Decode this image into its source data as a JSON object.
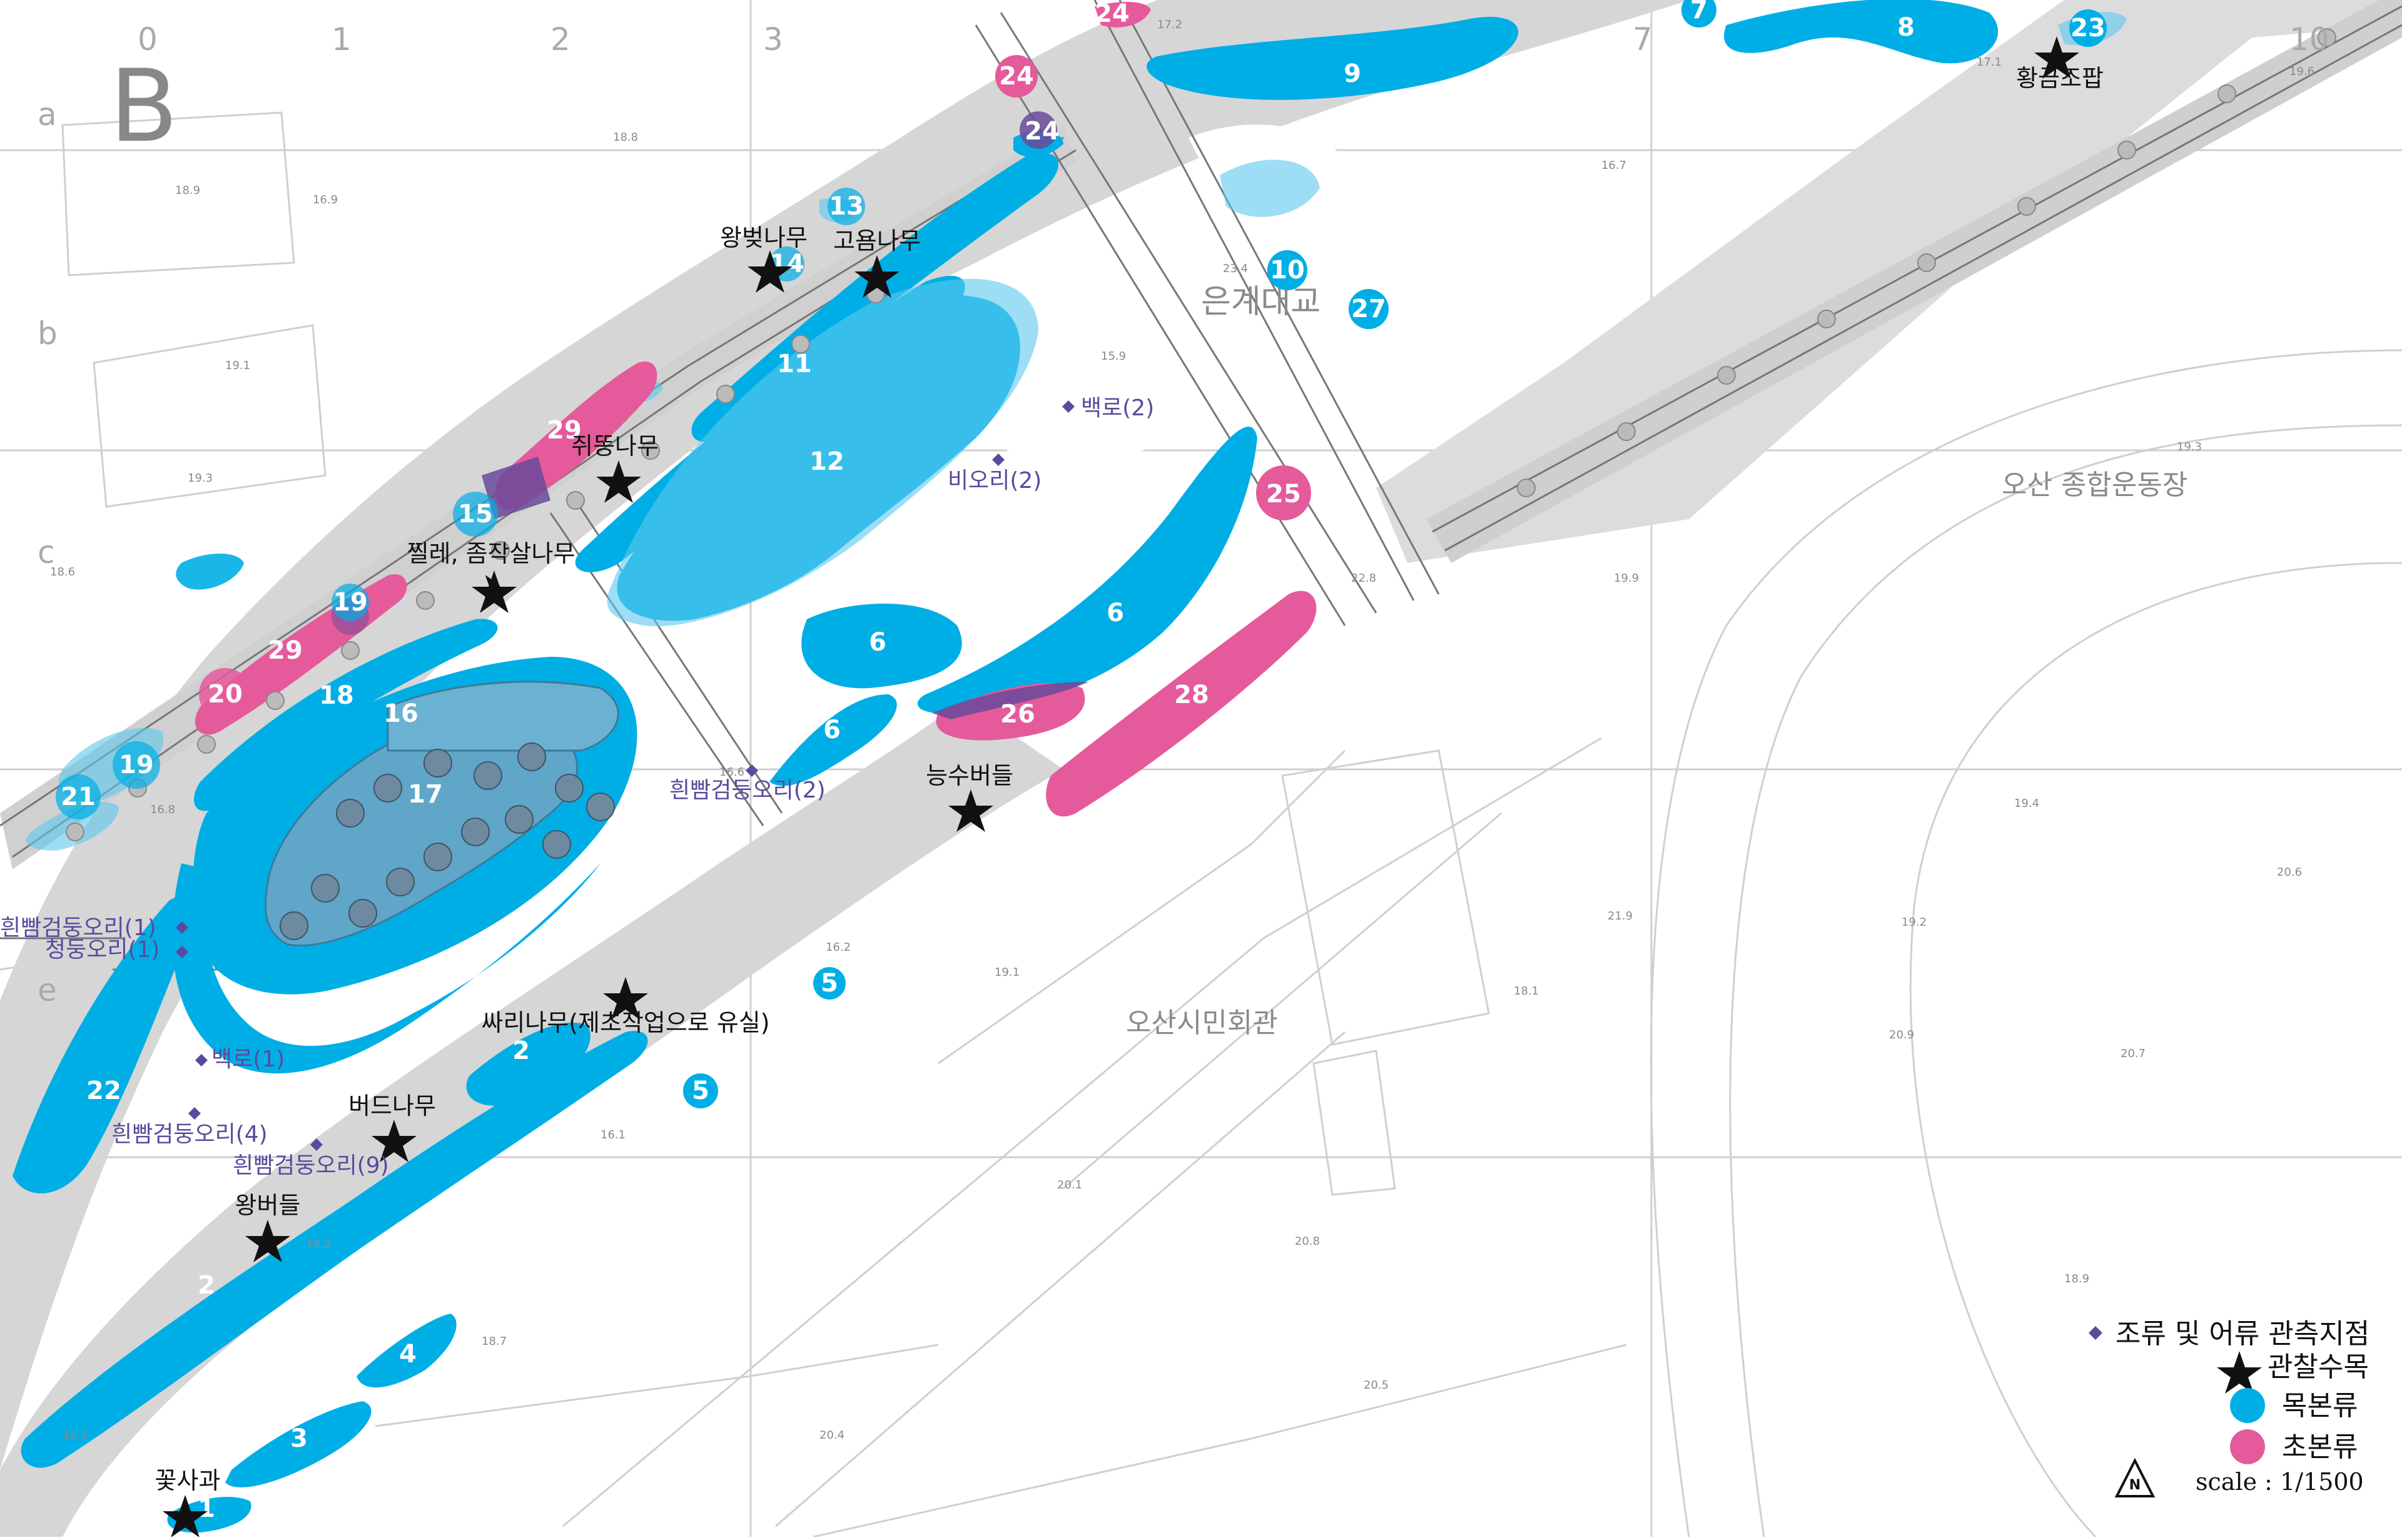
{
  "map": {
    "sheet_letter": "B",
    "grid_columns": [
      "0",
      "1",
      "2",
      "3",
      "7",
      "10"
    ],
    "grid_rows": [
      "a",
      "b",
      "c",
      "e"
    ],
    "landmarks": {
      "bridge": "은계대교",
      "stadium": "오산 종합운동장",
      "civic_hall": "오산시민회관"
    },
    "elevations": [
      "18.9",
      "18.6",
      "19.1",
      "19.3",
      "18.8",
      "16.9",
      "16.7",
      "16.8",
      "17.1",
      "16.2",
      "19.6",
      "19.9",
      "19.3",
      "20.6",
      "20.7",
      "20.9",
      "19.2",
      "21.9",
      "22.8",
      "20.1",
      "18.1",
      "16.6",
      "15.9",
      "16.2",
      "23.4",
      "17.2",
      "20.5",
      "20.4",
      "20.8",
      "18.9",
      "19.4",
      "18.7",
      "16.3",
      "16.1",
      "19.1"
    ]
  },
  "zones": {
    "woody": [
      "1",
      "2",
      "2",
      "3",
      "4",
      "5",
      "5",
      "6",
      "6",
      "6",
      "7",
      "8",
      "9",
      "10",
      "11",
      "12",
      "13",
      "14",
      "15",
      "16",
      "17",
      "18",
      "19",
      "19",
      "21",
      "22",
      "23",
      "27"
    ],
    "herbaceous": [
      "20",
      "24",
      "24",
      "24",
      "25",
      "26",
      "28",
      "29",
      "29"
    ]
  },
  "trees": [
    "왕벚나무",
    "고욤나무",
    "쥐똥나무",
    "찔레, 좀작살나무",
    "능수버들",
    "싸리나무(제초작업으로 유실)",
    "버드나무",
    "왕버들",
    "꽃사과",
    "황금조팝"
  ],
  "observations": [
    "백로(2)",
    "비오리(2)",
    "흰빰검둥오리(2)",
    "흰빰검둥오리(1)",
    "청둥오리(1)",
    "백로(1)",
    "흰빰검둥오리(4)",
    "흰빰검둥오리(9)"
  ],
  "legend": {
    "observation": "조류 및 어류 관측지점",
    "tree": "관찰수목",
    "woody": "목본류",
    "herbaceous": "초본류",
    "north": "N",
    "scale": "scale : 1/1500"
  },
  "colors": {
    "woody": "#00aee6",
    "herbaceous": "#e55a9b",
    "overlap": "#6a4a9a",
    "observation": "#5b4a9c",
    "river": "#d6d6d6"
  }
}
